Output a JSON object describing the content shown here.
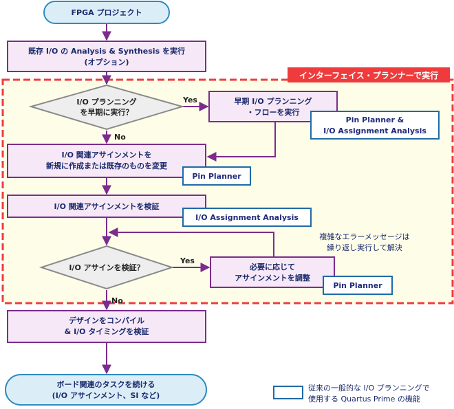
{
  "diagram": {
    "start": "FPGA プロジェクト",
    "step_existing_line1": "既存 I/O の Analysis & Synthesis を実行",
    "step_existing_line2": "(オプション)",
    "region_label": "インターフェイス・プランナーで実行",
    "decision_early_line1": "I/O プランニング",
    "decision_early_line2": "を早期に実行？",
    "early_flow_line1": "早期 I/O プランニング",
    "early_flow_line2": "・フローを実行",
    "tool_pp_ioa_line1": "Pin Planner &",
    "tool_pp_ioa_line2": "I/O Assignment Analysis",
    "create_line1": "I/O 関連アサインメントを",
    "create_line2": "新規に作成または既存のものを変更",
    "tool_pin_planner": "Pin Planner",
    "verify": "I/O 関連アサインメントを検証",
    "tool_ioa": "I/O Assignment Analysis",
    "note_line1": "複雑なエラーメッセージは",
    "note_line2": "繰り返し実行して解決",
    "decision_verify": "I/O アサインを検証？",
    "adjust_line1": "必要に応じて",
    "adjust_line2": "アサインメントを調整",
    "tool_pin_planner2": "Pin Planner",
    "yes1": "Yes",
    "no1": "No",
    "yes2": "Yes",
    "no2": "No",
    "compile_line1": "デザインをコンパイル",
    "compile_line2": "& I/O タイミングを検証",
    "end_line1": "ボード関連のタスクを続ける",
    "end_line2": "(I/O アサインメント、SI など)",
    "legend_line1": "従来の一般的な I/O プランニングで",
    "legend_line2": "使用する Quartus Prime の機能",
    "colors": {
      "process_fill": "#f6e8f6",
      "process_border": "#7b2c8c",
      "region_border": "#ef3b3b",
      "region_fill": "#fefde8",
      "terminal_fill": "#dbeef8",
      "tool_border": "#1f6aa5"
    }
  }
}
